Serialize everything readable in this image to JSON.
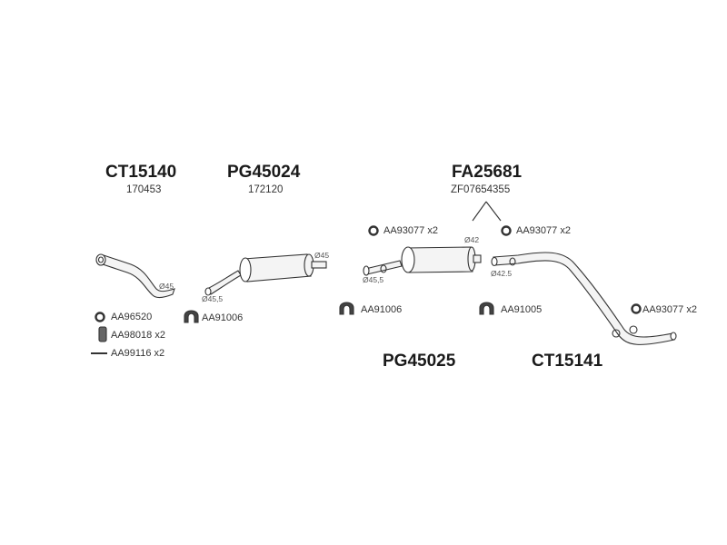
{
  "assemblies": [
    {
      "code": "CT15140",
      "oem": "170453"
    },
    {
      "code": "PG45024",
      "oem": "172120"
    },
    {
      "code": "FA25681",
      "oem": "ZF07654355"
    },
    {
      "code": "PG45025"
    },
    {
      "code": "CT15141"
    }
  ],
  "diameters": [
    "Ø45",
    "Ø45",
    "Ø45,5",
    "Ø42",
    "Ø45,5",
    "Ø42.5"
  ],
  "accessories": [
    {
      "code": "AA96520",
      "icon": "ring-icon"
    },
    {
      "code": "AA98018 x2",
      "icon": "rubber-mount-icon"
    },
    {
      "code": "AA99116 x2",
      "icon": "bolt-icon"
    },
    {
      "code": "AA91006",
      "icon": "clamp-icon"
    },
    {
      "code": "AA93077 x2",
      "icon": "ring-icon"
    },
    {
      "code": "AA93077 x2",
      "icon": "ring-icon"
    },
    {
      "code": "AA91006",
      "icon": "clamp-icon"
    },
    {
      "code": "AA91005",
      "icon": "clamp-icon"
    },
    {
      "code": "AA93077 x2",
      "icon": "ring-icon"
    }
  ]
}
